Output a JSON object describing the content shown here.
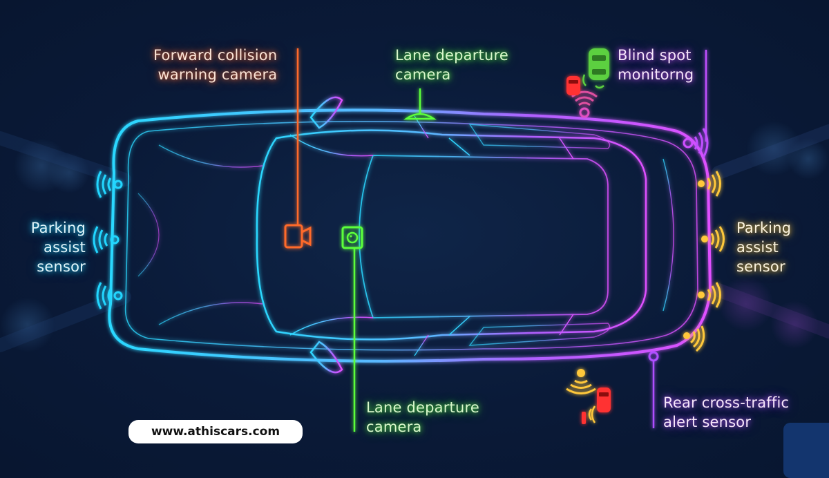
{
  "diagram": {
    "subject": "Car ADAS sensor layout (top view)",
    "labels": {
      "forward_collision": [
        "Forward collision",
        "warning camera"
      ],
      "lane_departure_top": [
        "Lane departure",
        "camera"
      ],
      "blind_spot": [
        "Blind spot",
        "monitorng"
      ],
      "parking_left": [
        "Parking",
        "assist",
        "sensor"
      ],
      "parking_right": [
        "Parking",
        "assist",
        "sensor"
      ],
      "lane_departure_bottom": [
        "Lane departure",
        "camera"
      ],
      "rear_cross_traffic": [
        "Rear cross-traffic",
        "alert sensor"
      ]
    },
    "colors": {
      "background": "#0a1a38",
      "front_outline": "#22d6ff",
      "rear_outline": "#d050ff",
      "forward_collision": "#ff6a2a",
      "lane_departure": "#5cff3a",
      "blind_spot": "#c050ff",
      "parking_rear": "#ffc83a",
      "alert_car": "#ff3030",
      "monitored_car": "#5cd040"
    },
    "icons": [
      "video-camera-icon",
      "camera-lens-icon",
      "sensor-wave-icon",
      "car-icon"
    ]
  },
  "watermark": {
    "url": "www.athiscars.com"
  }
}
